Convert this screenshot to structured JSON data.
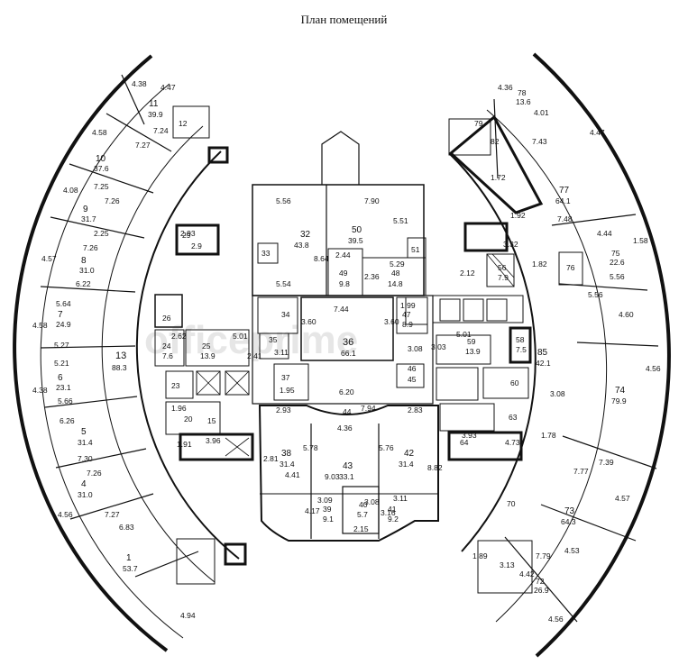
{
  "title": "План помещений",
  "watermark": "officeprime",
  "rooms": {
    "left": [
      {
        "id": "r11",
        "no": "11",
        "area": "39.9"
      },
      {
        "id": "r10",
        "no": "10",
        "area": "37.6"
      },
      {
        "id": "r9",
        "no": "9",
        "area": "31.7"
      },
      {
        "id": "r8",
        "no": "8",
        "area": "31.0"
      },
      {
        "id": "r7",
        "no": "7",
        "area": "24.9"
      },
      {
        "id": "r6",
        "no": "6",
        "area": "23.1"
      },
      {
        "id": "r5",
        "no": "5",
        "area": "31.4"
      },
      {
        "id": "r4",
        "no": "4",
        "area": "31.0"
      },
      {
        "id": "r1",
        "no": "1",
        "area": "53.7"
      },
      {
        "id": "r13",
        "no": "13",
        "area": "88.3"
      },
      {
        "id": "r29",
        "no": "29",
        "area": "2.9"
      },
      {
        "id": "r26",
        "no": "26",
        "area": ""
      },
      {
        "id": "r24",
        "no": "24",
        "area": "7.6"
      },
      {
        "id": "r25",
        "no": "25",
        "area": "13.9"
      },
      {
        "id": "r23",
        "no": "23",
        "area": ""
      },
      {
        "id": "r20",
        "no": "20",
        "area": ""
      },
      {
        "id": "r15",
        "no": "15",
        "area": ""
      },
      {
        "id": "r12",
        "no": "12",
        "area": ""
      }
    ],
    "center": [
      {
        "id": "r32",
        "no": "32",
        "area": "43.8"
      },
      {
        "id": "r50",
        "no": "50",
        "area": "39.5"
      },
      {
        "id": "r49",
        "no": "49",
        "area": "9.8"
      },
      {
        "id": "r48",
        "no": "48",
        "area": "14.8"
      },
      {
        "id": "r33",
        "no": "33",
        "area": ""
      },
      {
        "id": "r51",
        "no": "51",
        "area": ""
      },
      {
        "id": "r34",
        "no": "34",
        "area": ""
      },
      {
        "id": "r35",
        "no": "35",
        "area": ""
      },
      {
        "id": "r36",
        "no": "36",
        "area": "66.1"
      },
      {
        "id": "r47",
        "no": "47",
        "area": "8.9"
      },
      {
        "id": "r37",
        "no": "37",
        "area": ""
      },
      {
        "id": "r44",
        "no": "44",
        "area": ""
      },
      {
        "id": "r45",
        "no": "45",
        "area": ""
      },
      {
        "id": "r46",
        "no": "46",
        "area": ""
      },
      {
        "id": "r38",
        "no": "38",
        "area": "31.4"
      },
      {
        "id": "r43",
        "no": "43",
        "area": "33.1"
      },
      {
        "id": "r42",
        "no": "42",
        "area": "31.4"
      },
      {
        "id": "r39",
        "no": "39",
        "area": "9.1"
      },
      {
        "id": "r40",
        "no": "40",
        "area": "5.7"
      },
      {
        "id": "r41",
        "no": "41",
        "area": "9.2"
      }
    ],
    "right": [
      {
        "id": "r78",
        "no": "78",
        "area": "13.6"
      },
      {
        "id": "r77",
        "no": "77",
        "area": "64.1"
      },
      {
        "id": "r75",
        "no": "75",
        "area": "22.6"
      },
      {
        "id": "r76",
        "no": "76",
        "area": ""
      },
      {
        "id": "r74",
        "no": "74",
        "area": "79.9"
      },
      {
        "id": "r85",
        "no": "85",
        "area": "42.1"
      },
      {
        "id": "r73",
        "no": "73",
        "area": "64.3"
      },
      {
        "id": "r72",
        "no": "72",
        "area": "26.9"
      },
      {
        "id": "r59",
        "no": "59",
        "area": "13.9"
      },
      {
        "id": "r58",
        "no": "58",
        "area": "7.5"
      },
      {
        "id": "r56",
        "no": "56",
        "area": "7.9"
      },
      {
        "id": "r60",
        "no": "60",
        "area": ""
      },
      {
        "id": "r63",
        "no": "63",
        "area": ""
      },
      {
        "id": "r64",
        "no": "64",
        "area": ""
      },
      {
        "id": "r70",
        "no": "70",
        "area": ""
      },
      {
        "id": "r79",
        "no": "79",
        "area": ""
      },
      {
        "id": "r82",
        "no": "82",
        "area": ""
      }
    ]
  },
  "dimensions": {
    "left": [
      "4.38",
      "4.47",
      "4.58",
      "7.27",
      "7.24",
      "4.08",
      "7.26",
      "7.25",
      "2.25",
      "4.57",
      "7.26",
      "6.22",
      "5.64",
      "4.58",
      "5.27",
      "5.21",
      "4.38",
      "5.66",
      "6.26",
      "7.30",
      "4.56",
      "7.26",
      "7.27",
      "6.83",
      "4.94",
      "2.93",
      "2.62",
      "1.96",
      "3.96",
      "1.91",
      "5.01",
      "2.41"
    ],
    "center": [
      "5.56",
      "7.90",
      "8.64",
      "5.51",
      "5.54",
      "2.44",
      "2.36",
      "5.29",
      "1.99",
      "7.44",
      "3.60",
      "3.60",
      "3.11",
      "1.95",
      "6.20",
      "3.08",
      "2.93",
      "7.94",
      "4.36",
      "2.83",
      "5.78",
      "4.41",
      "2.81",
      "5.76",
      "8.82",
      "3.09",
      "4.17",
      "9.03",
      "3.08",
      "3.11",
      "3.16",
      "2.15",
      "5.01"
    ],
    "right": [
      "4.36",
      "4.01",
      "4.47",
      "7.43",
      "4.44",
      "5.56",
      "7.48",
      "5.56",
      "4.60",
      "3.08",
      "4.56",
      "7.39",
      "7.77",
      "4.57",
      "7.79",
      "4.53",
      "4.42",
      "4.56",
      "1.82",
      "1.72",
      "1.92",
      "3.32",
      "1.78",
      "3.93",
      "2.12",
      "3.13",
      "1.89",
      "4.73",
      "1.58",
      "3.03"
    ]
  }
}
